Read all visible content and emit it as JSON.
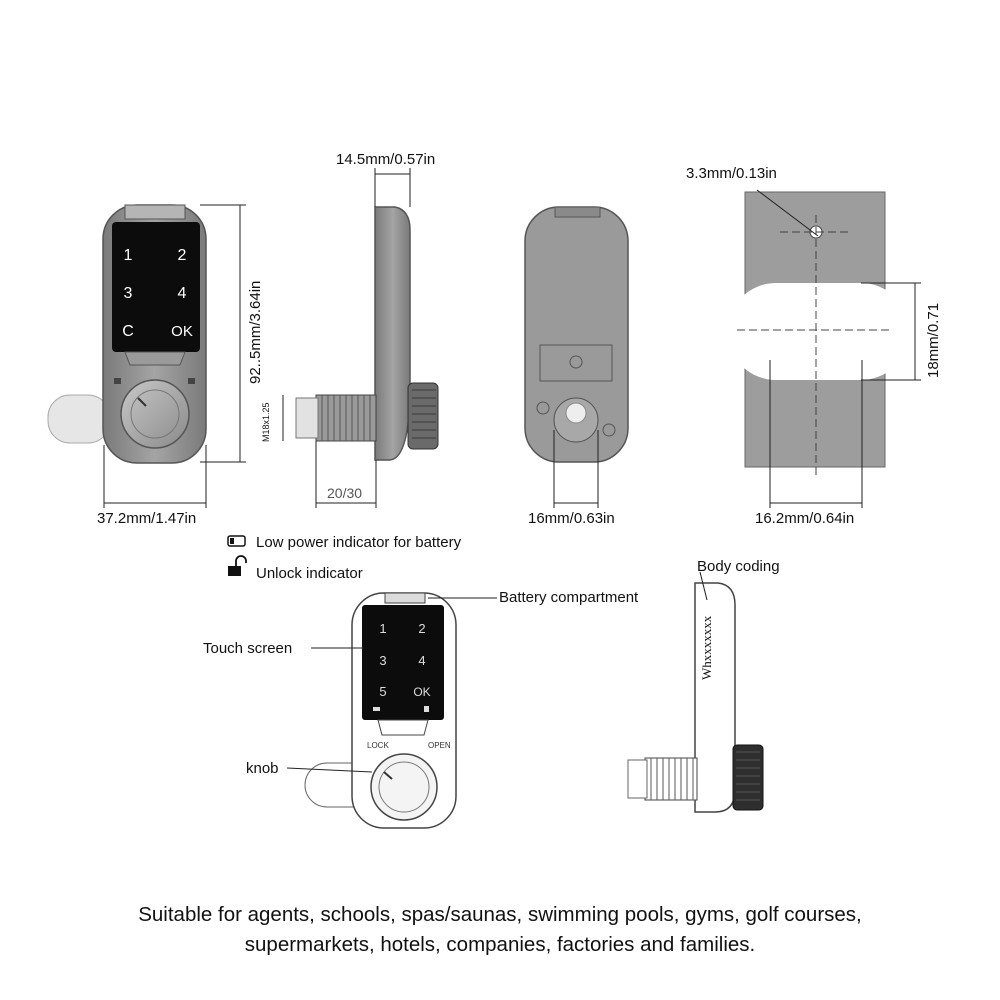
{
  "dimensions": {
    "front_height": "92..5mm/3.64in",
    "front_width": "37.2mm/1.47in",
    "side_top": "14.5mm/0.57in",
    "thread": "M18x1.25",
    "cam_length": "20/30",
    "back_width": "16mm/0.63in",
    "hole_small": "3.3mm/0.13in",
    "hole_height": "18mm/0.71",
    "hole_width": "16.2mm/0.64in"
  },
  "keypad": {
    "keys": [
      "1",
      "2",
      "3",
      "4",
      "C",
      "OK"
    ],
    "keys_bottom": [
      "1",
      "2",
      "3",
      "4",
      "5",
      "OK"
    ],
    "lock_text": "LOCK",
    "open_text": "OPEN"
  },
  "legend": {
    "battery_indicator": "Low power indicator for battery",
    "unlock_indicator": "Unlock indicator"
  },
  "callouts": {
    "touch_screen": "Touch screen",
    "knob": "knob",
    "battery_compartment": "Battery compartment",
    "body_coding": "Body coding",
    "code_text": "Whxxxxxxx"
  },
  "caption": {
    "line1": "Suitable for agents, schools, spas/saunas, swimming pools, gyms, golf courses,",
    "line2": "supermarkets, hotels, companies, factories and families."
  },
  "colors": {
    "body": "#8f8f8f",
    "body_dark": "#6e6e6e",
    "screen": "#0c0c0c",
    "plate": "#9d9d9d",
    "line": "#222222"
  }
}
